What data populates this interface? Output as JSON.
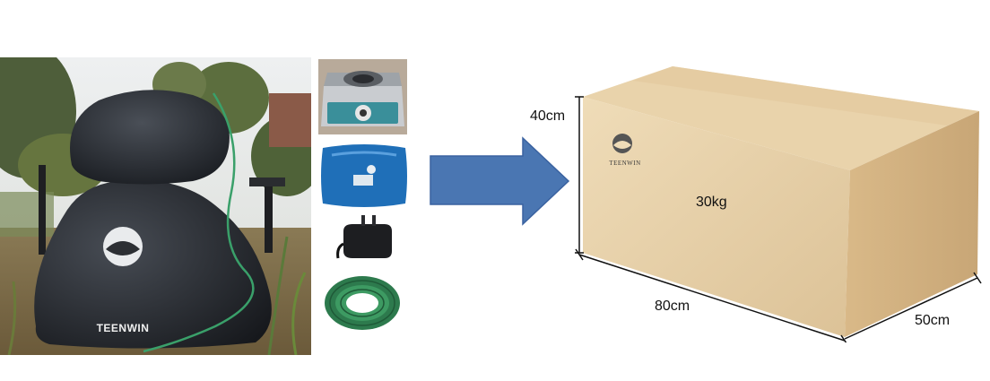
{
  "product_photo": {
    "brand": "TEENWIN"
  },
  "accessories": [
    {
      "name": "gas stove"
    },
    {
      "name": "storage bag"
    },
    {
      "name": "air pump"
    },
    {
      "name": "gas hose"
    }
  ],
  "package_box": {
    "brand": "TEENWIN",
    "height_label": "40cm",
    "weight_label": "30kg",
    "length_label": "80cm",
    "width_label": "50cm"
  },
  "colors": {
    "arrow": "#4a76b2",
    "bag": "#2e3238",
    "box": "#e2c79c",
    "hose": "#2d7a4d"
  }
}
